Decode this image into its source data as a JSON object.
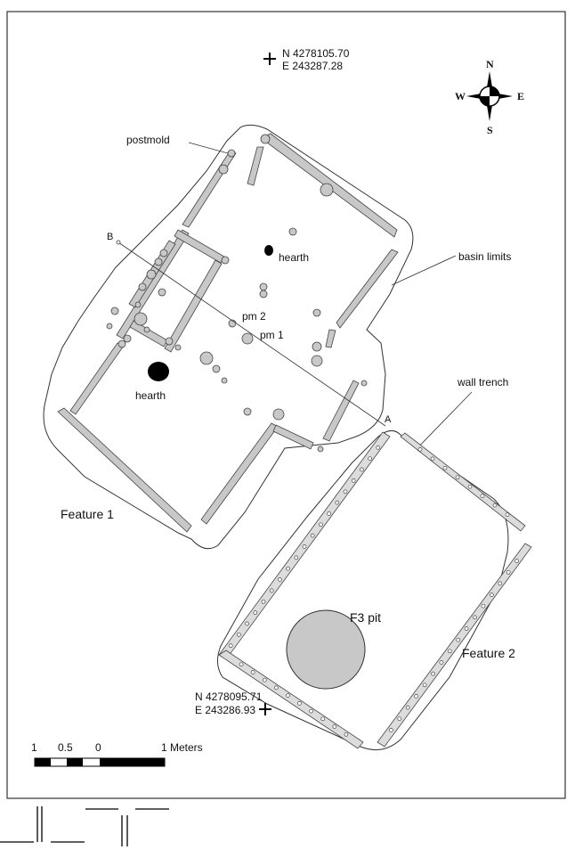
{
  "datum_top": {
    "northing": "N 4278105.70",
    "easting": "E 243287.28"
  },
  "datum_bottom": {
    "northing": "N 4278095.71",
    "easting": "E 243286.93"
  },
  "compass": {
    "n": "N",
    "s": "S",
    "e": "E",
    "w": "W"
  },
  "labels": {
    "postmold": "postmold",
    "hearth_small": "hearth",
    "hearth_large": "hearth",
    "basin_limits": "basin limits",
    "pm2": "pm 2",
    "pm1": "pm 1",
    "wall_trench": "wall trench",
    "section_a": "A",
    "section_b": "B",
    "feature1": "Feature 1",
    "feature2": "Feature 2",
    "f3_pit": "F3 pit"
  },
  "scale_bar": {
    "tick_1": "1",
    "tick_05": "0.5",
    "tick_0": "0",
    "tick_end": "1 Meters"
  },
  "colors": {
    "fill_gray": "#c8c8c8",
    "stroke": "#333333",
    "hearth": "#000000"
  }
}
